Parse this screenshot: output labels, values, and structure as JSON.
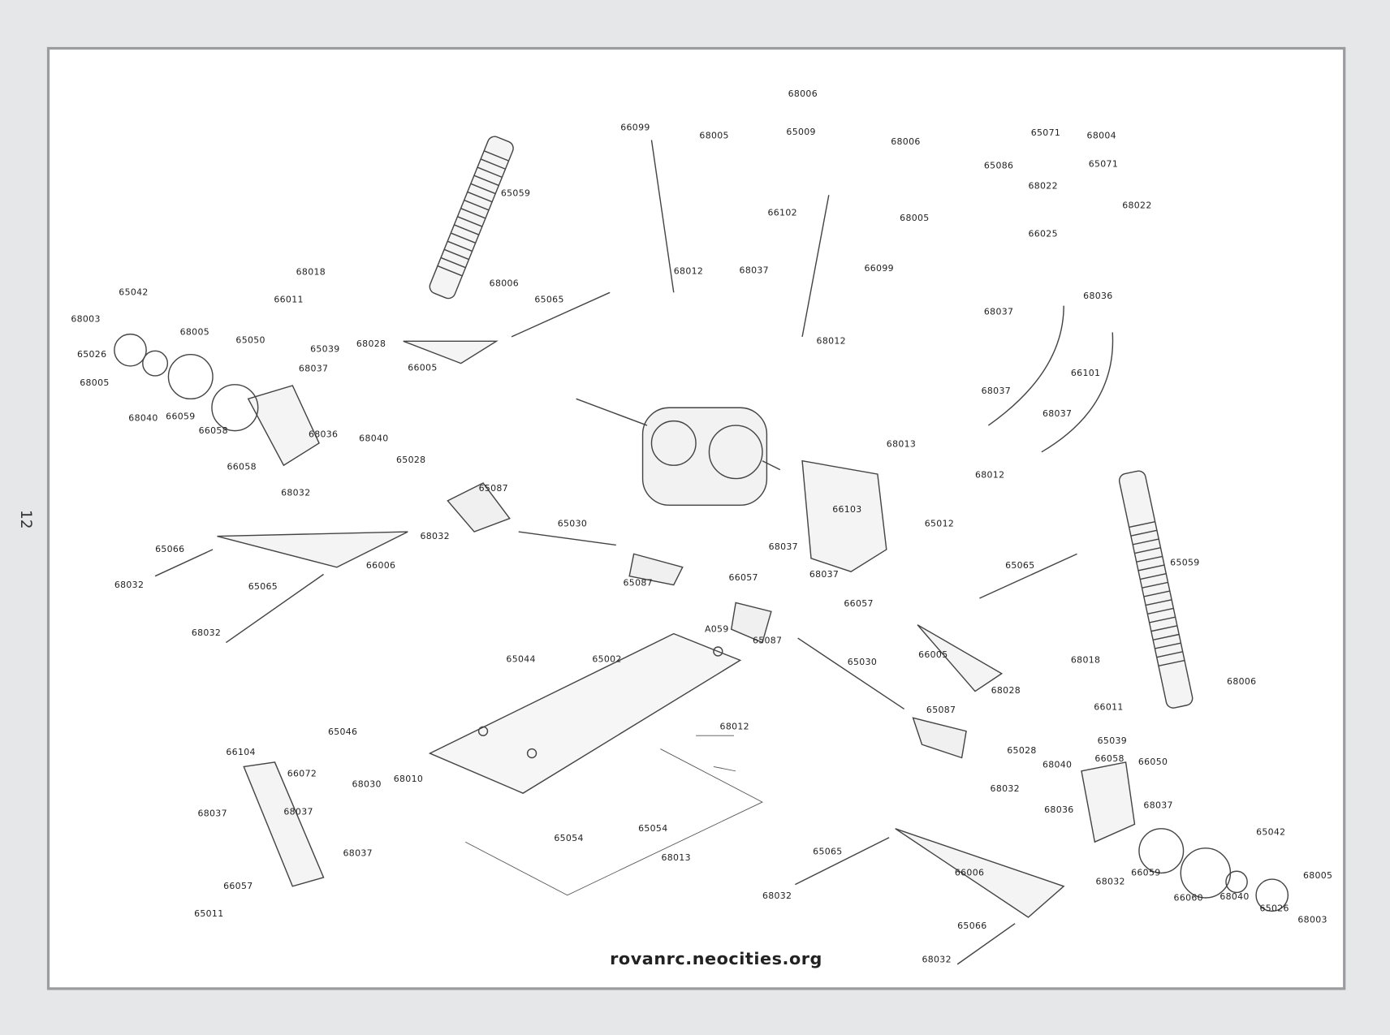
{
  "page_number": "12",
  "footer": "rovanrc.neocities.org",
  "labels": [
    "68006",
    "66099",
    "68005",
    "65009",
    "68006",
    "65071",
    "68004",
    "65086",
    "65071",
    "68022",
    "65059",
    "68022",
    "66102",
    "68005",
    "66025",
    "68012",
    "68037",
    "66099",
    "68018",
    "68006",
    "65042",
    "66011",
    "65065",
    "68036",
    "68037",
    "68003",
    "68005",
    "65050",
    "65039",
    "68028",
    "68012",
    "65026",
    "68037",
    "66005",
    "66101",
    "68005",
    "68037",
    "68040",
    "66059",
    "66058",
    "68036",
    "68040",
    "68037",
    "68013",
    "65028",
    "66058",
    "68012",
    "68032",
    "65087",
    "66103",
    "65030",
    "65012",
    "68032",
    "65066",
    "66006",
    "68037",
    "65065",
    "65059",
    "68032",
    "65065",
    "65087",
    "66057",
    "68037",
    "66057",
    "68032",
    "A059",
    "65087",
    "66005",
    "65044",
    "65002",
    "65030",
    "68018",
    "68006",
    "68028",
    "65087",
    "66011",
    "68012",
    "65046",
    "65039",
    "66104",
    "65028",
    "66058",
    "66050",
    "66072",
    "68040",
    "68010",
    "68030",
    "68032",
    "68037",
    "68037",
    "68036",
    "68037",
    "65054",
    "65054",
    "65065",
    "68037",
    "68013",
    "66006",
    "66059",
    "65042",
    "68005",
    "68032",
    "66057",
    "68032",
    "66060",
    "68040",
    "65026",
    "68003",
    "65011",
    "65066",
    "68032"
  ]
}
